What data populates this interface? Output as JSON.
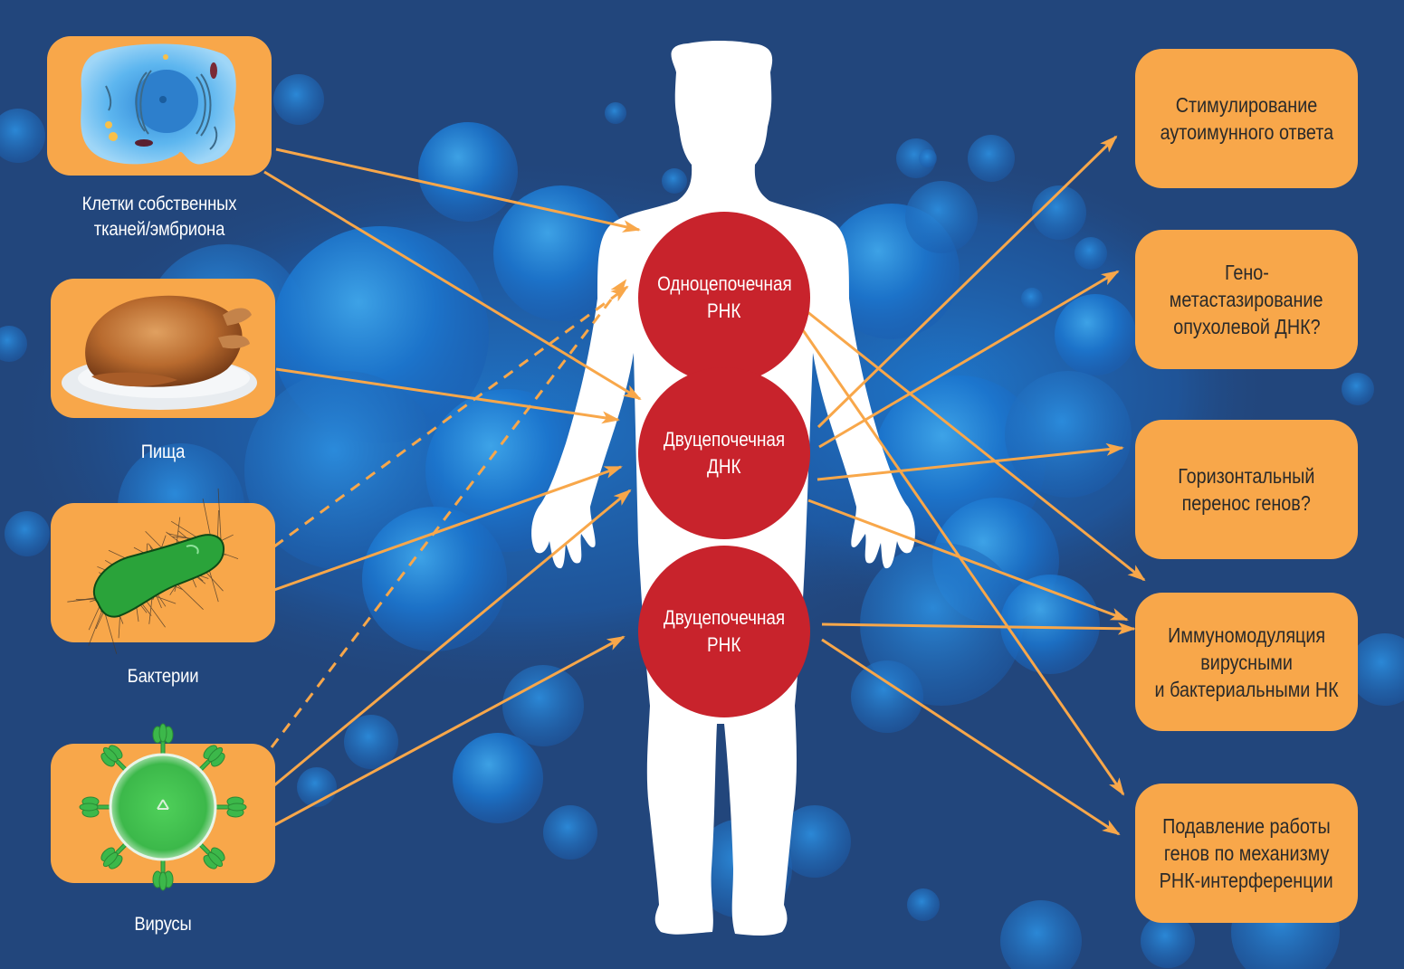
{
  "colors": {
    "background": "#22467c",
    "box_fill": "#f8a74a",
    "node_fill": "#c8232c",
    "arrow": "#f8a74a",
    "silhouette": "#ffffff"
  },
  "sources": [
    {
      "id": "cells",
      "icon": "cell-icon",
      "label_lines": [
        "Клетки собственных",
        "тканей/эмбриона"
      ]
    },
    {
      "id": "food",
      "icon": "roast-chicken-icon",
      "label_lines": [
        "Пища"
      ]
    },
    {
      "id": "bacteria",
      "icon": "bacterium-icon",
      "label_lines": [
        "Бактерии"
      ]
    },
    {
      "id": "viruses",
      "icon": "virus-icon",
      "label_lines": [
        "Вирусы"
      ]
    }
  ],
  "nodes": [
    {
      "id": "ss-rna",
      "label_lines": [
        "Одноцепочечная",
        "РНК"
      ]
    },
    {
      "id": "ds-dna",
      "label_lines": [
        "Двуцепочечная",
        "ДНК"
      ]
    },
    {
      "id": "ds-rna",
      "label_lines": [
        "Двуцепочечная",
        "РНК"
      ]
    }
  ],
  "outcomes": [
    {
      "id": "autoimmune",
      "label_lines": [
        "Стимулирование",
        "аутоимунного ответа"
      ]
    },
    {
      "id": "genometastasis",
      "label_lines": [
        "Гено-",
        "метастазирование",
        "опухолевой ДНК?"
      ]
    },
    {
      "id": "hgt",
      "label_lines": [
        "Горизонтальный",
        "перенос генов?"
      ]
    },
    {
      "id": "immunomodulation",
      "label_lines": [
        "Иммуномодуляция",
        "вирусными",
        "и бактериальными НК"
      ]
    },
    {
      "id": "rnai",
      "label_lines": [
        "Подавление работы",
        "генов по механизму",
        "РНК-интерференции"
      ]
    }
  ],
  "edges": [
    {
      "from": "cells",
      "to": "ss-rna",
      "style": "solid"
    },
    {
      "from": "cells",
      "to": "ds-dna",
      "style": "solid"
    },
    {
      "from": "food",
      "to": "ds-dna",
      "style": "solid"
    },
    {
      "from": "bacteria",
      "to": "ss-rna",
      "style": "dashed"
    },
    {
      "from": "bacteria",
      "to": "ds-dna",
      "style": "solid"
    },
    {
      "from": "viruses",
      "to": "ss-rna",
      "style": "dashed"
    },
    {
      "from": "viruses",
      "to": "ds-dna",
      "style": "solid"
    },
    {
      "from": "viruses",
      "to": "ds-rna",
      "style": "solid"
    },
    {
      "from": "ss-rna",
      "to": "immunomodulation",
      "style": "solid"
    },
    {
      "from": "ss-rna",
      "to": "rnai",
      "style": "solid"
    },
    {
      "from": "ds-dna",
      "to": "autoimmune",
      "style": "solid"
    },
    {
      "from": "ds-dna",
      "to": "genometastasis",
      "style": "solid"
    },
    {
      "from": "ds-dna",
      "to": "hgt",
      "style": "solid"
    },
    {
      "from": "ds-dna",
      "to": "immunomodulation",
      "style": "solid"
    },
    {
      "from": "ds-rna",
      "to": "immunomodulation",
      "style": "solid"
    },
    {
      "from": "ds-rna",
      "to": "rnai",
      "style": "solid"
    }
  ]
}
